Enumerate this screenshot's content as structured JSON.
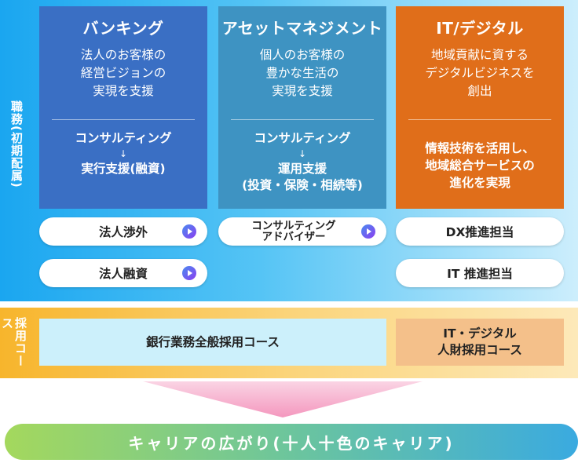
{
  "side_labels": {
    "role": "職務(初期配属)",
    "course": "採用コース"
  },
  "columns": {
    "banking": {
      "title": "バンキング",
      "desc": [
        "法人のお客様の",
        "経営ビジョンの",
        "実現を支援"
      ],
      "lower": [
        "コンサルティング",
        "実行支援(融資)"
      ]
    },
    "asset": {
      "title": "アセットマネジメント",
      "desc": [
        "個人のお客様の",
        "豊かな生活の",
        "実現を支援"
      ],
      "lower": [
        "コンサルティング",
        "運用支援",
        "(投資・保険・相続等)"
      ]
    },
    "it": {
      "title": "IT/デジタル",
      "desc": [
        "地域貢献に資する",
        "デジタルビジネスを",
        "創出"
      ],
      "lower": [
        "情報技術を活用し、",
        "地域総合サービスの",
        "進化を実現"
      ]
    }
  },
  "arrow_glyph": "↓",
  "pills": {
    "corporate_sales": "法人渉外",
    "corporate_loan": "法人融資",
    "consulting_advisor": [
      "コンサルティング",
      "アドバイザー"
    ],
    "dx": "DX推進担当",
    "it": "IT 推進担当"
  },
  "courses": {
    "general": "銀行業務全般採用コース",
    "it": [
      "IT・デジタル",
      "人財採用コース"
    ]
  },
  "career": "キャリアの広がり(十人十色のキャリア)",
  "icons": {
    "play": "play-icon"
  },
  "colors": {
    "banking": "#3a6fc4",
    "asset": "#3e93c2",
    "it": "#e06e1a",
    "general_course": "#ccf0fb",
    "it_course": "#f4c08a"
  }
}
